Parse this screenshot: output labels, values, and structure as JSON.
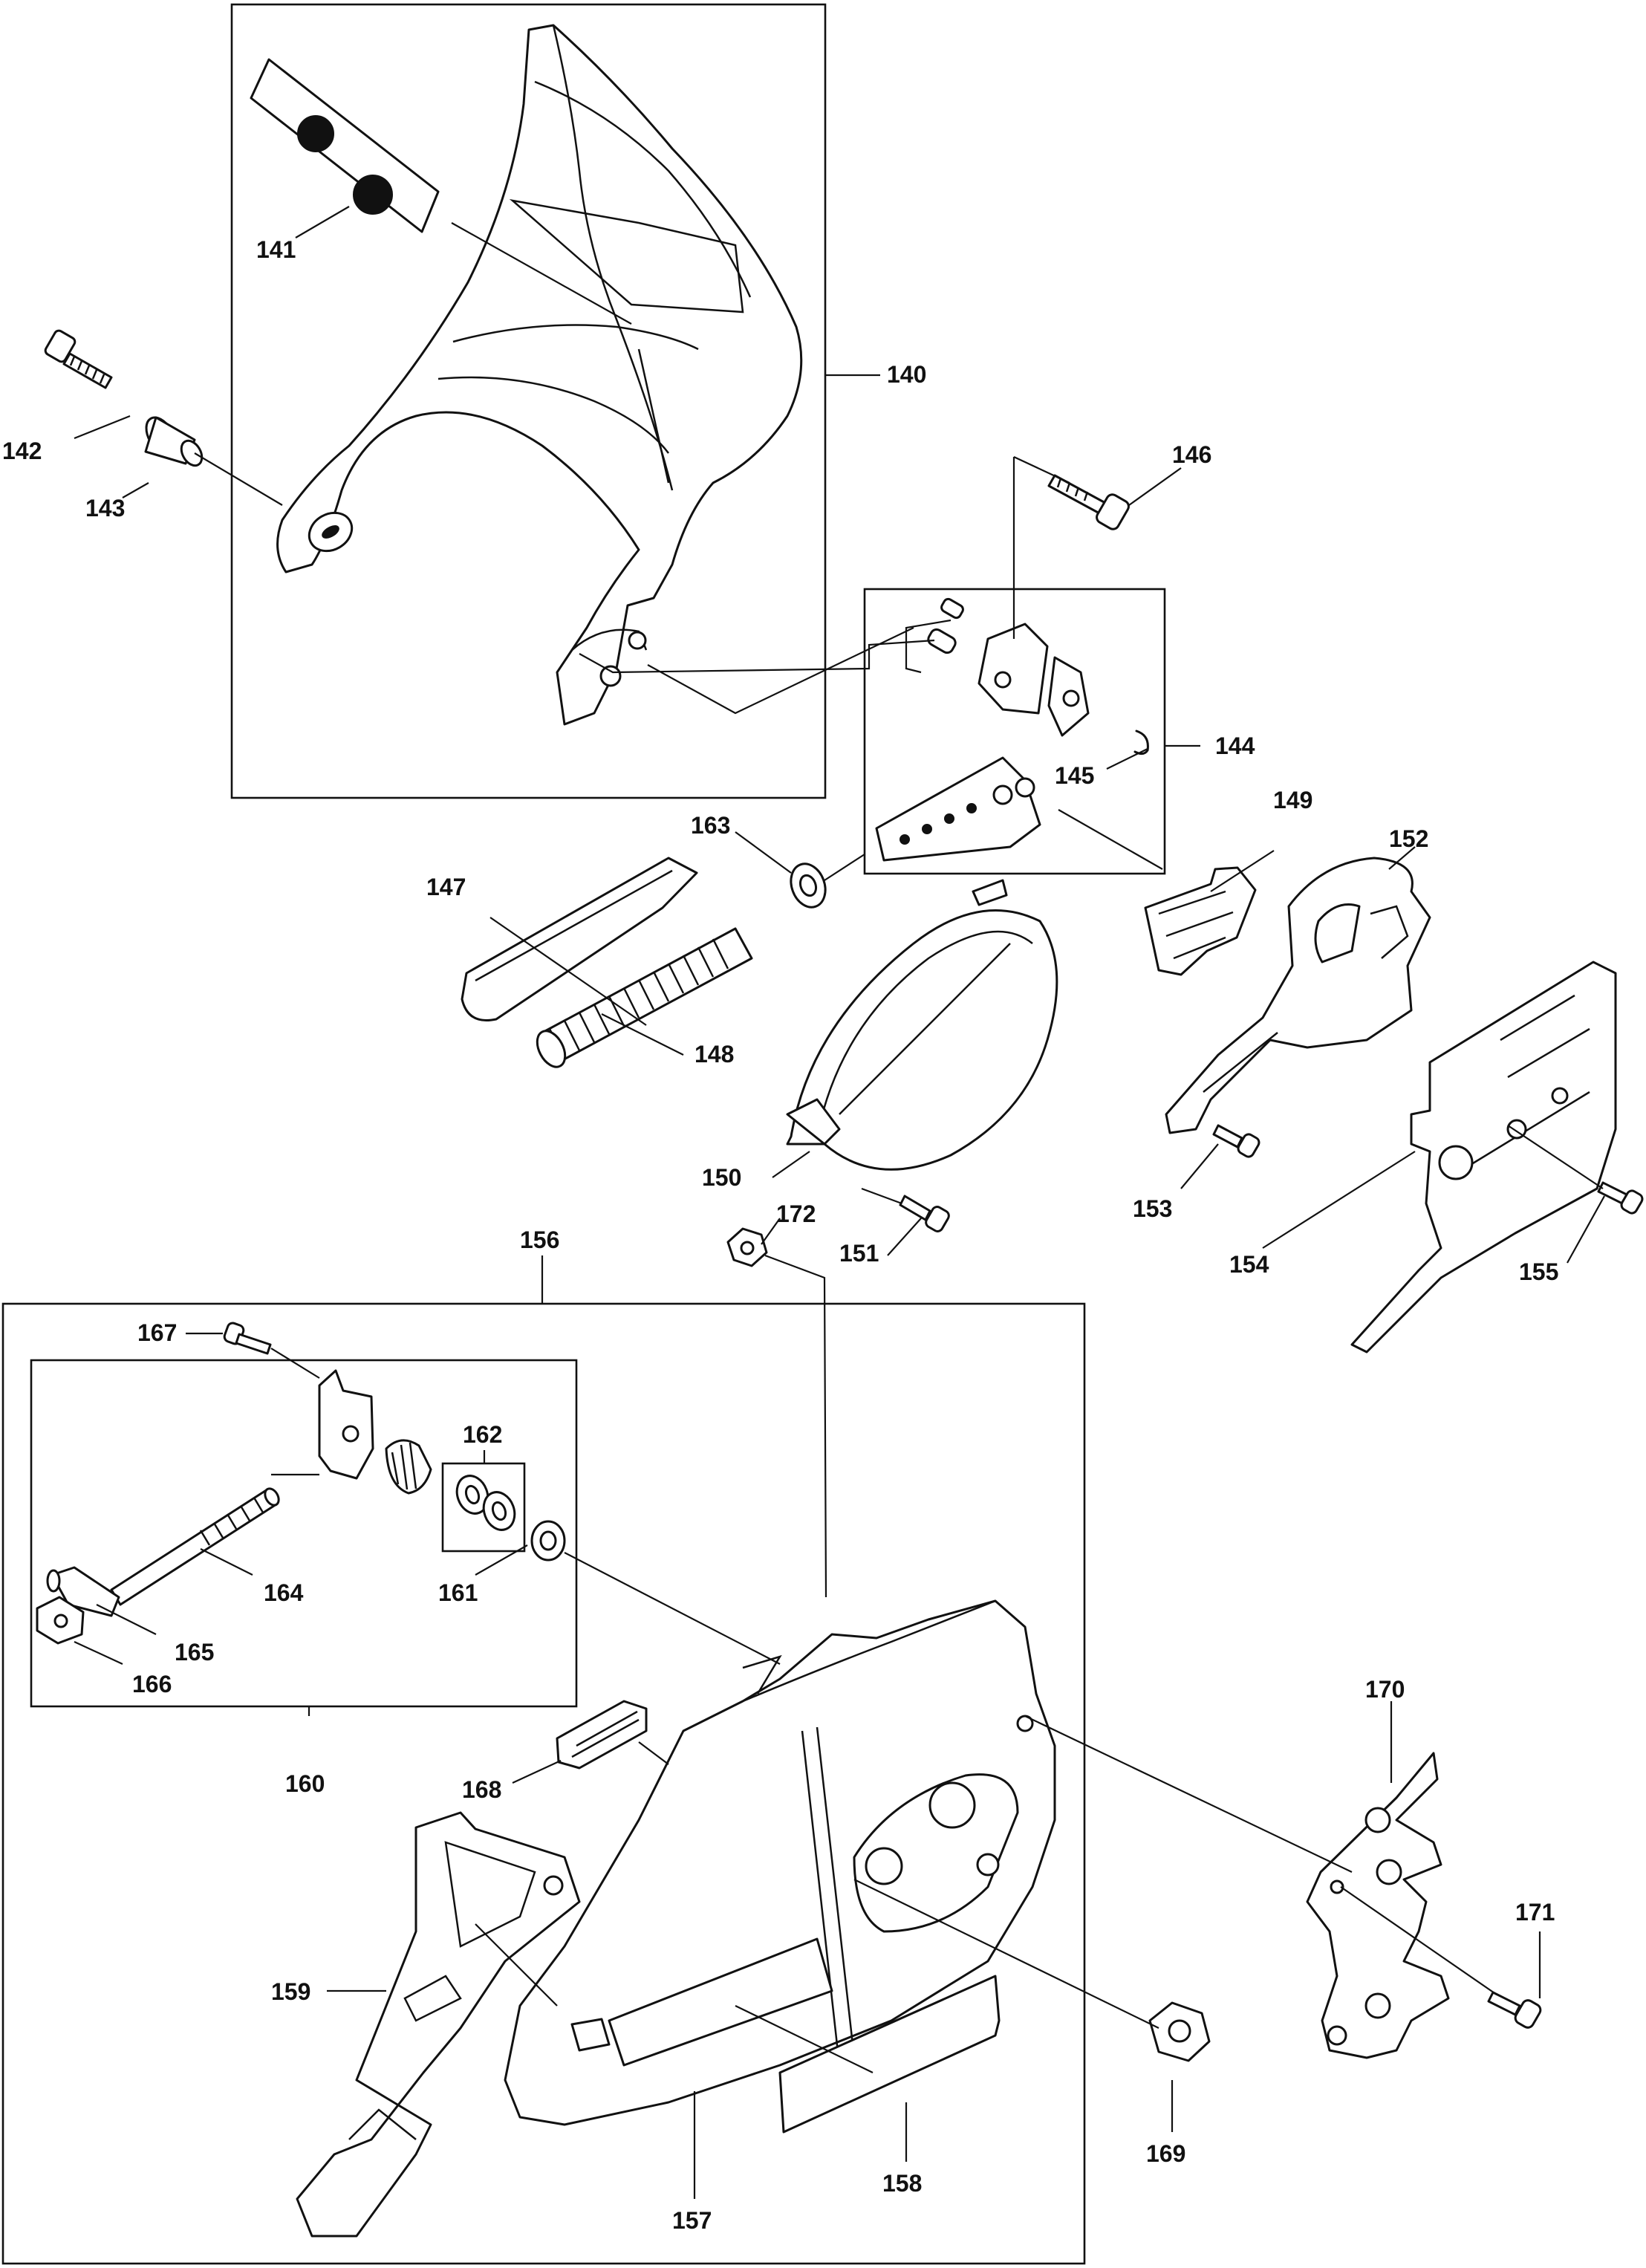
{
  "callouts": [
    {
      "id": "140",
      "label": "140"
    },
    {
      "id": "141",
      "label": "141"
    },
    {
      "id": "142",
      "label": "142"
    },
    {
      "id": "143",
      "label": "143"
    },
    {
      "id": "144",
      "label": "144"
    },
    {
      "id": "145",
      "label": "145"
    },
    {
      "id": "146",
      "label": "146"
    },
    {
      "id": "147",
      "label": "147"
    },
    {
      "id": "148",
      "label": "148"
    },
    {
      "id": "149",
      "label": "149"
    },
    {
      "id": "150",
      "label": "150"
    },
    {
      "id": "151",
      "label": "151"
    },
    {
      "id": "152",
      "label": "152"
    },
    {
      "id": "153",
      "label": "153"
    },
    {
      "id": "154",
      "label": "154"
    },
    {
      "id": "155",
      "label": "155"
    },
    {
      "id": "156",
      "label": "156"
    },
    {
      "id": "157",
      "label": "157"
    },
    {
      "id": "158",
      "label": "158"
    },
    {
      "id": "159",
      "label": "159"
    },
    {
      "id": "160",
      "label": "160"
    },
    {
      "id": "161",
      "label": "161"
    },
    {
      "id": "162",
      "label": "162"
    },
    {
      "id": "163",
      "label": "163"
    },
    {
      "id": "164",
      "label": "164"
    },
    {
      "id": "165",
      "label": "165"
    },
    {
      "id": "166",
      "label": "166"
    },
    {
      "id": "167",
      "label": "167"
    },
    {
      "id": "168",
      "label": "168"
    },
    {
      "id": "169",
      "label": "169"
    },
    {
      "id": "170",
      "label": "170"
    },
    {
      "id": "171",
      "label": "171"
    },
    {
      "id": "172",
      "label": "172"
    }
  ],
  "colors": {
    "ink": "#111111",
    "paper": "#ffffff"
  }
}
